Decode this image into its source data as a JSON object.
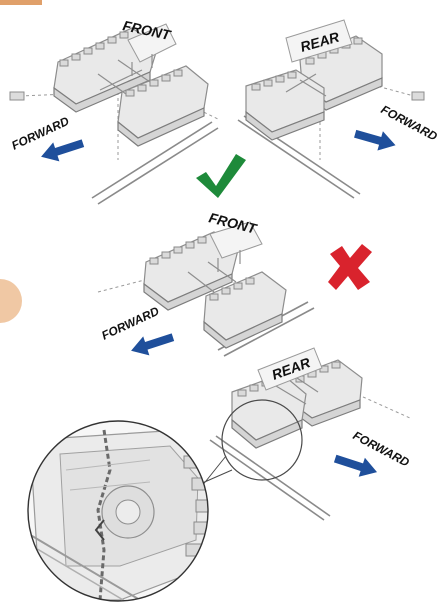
{
  "labels": {
    "front": "FRONT",
    "rear": "REAR",
    "forward": "FORWARD"
  },
  "marks": {
    "correct": "check-mark",
    "incorrect": "x-mark"
  },
  "colors": {
    "arrow": "#1f4f9b",
    "check": "#1e8a3a",
    "cross": "#d9232d",
    "page_tab": "#e0a06a",
    "page_dot": "#f0c8a4"
  }
}
